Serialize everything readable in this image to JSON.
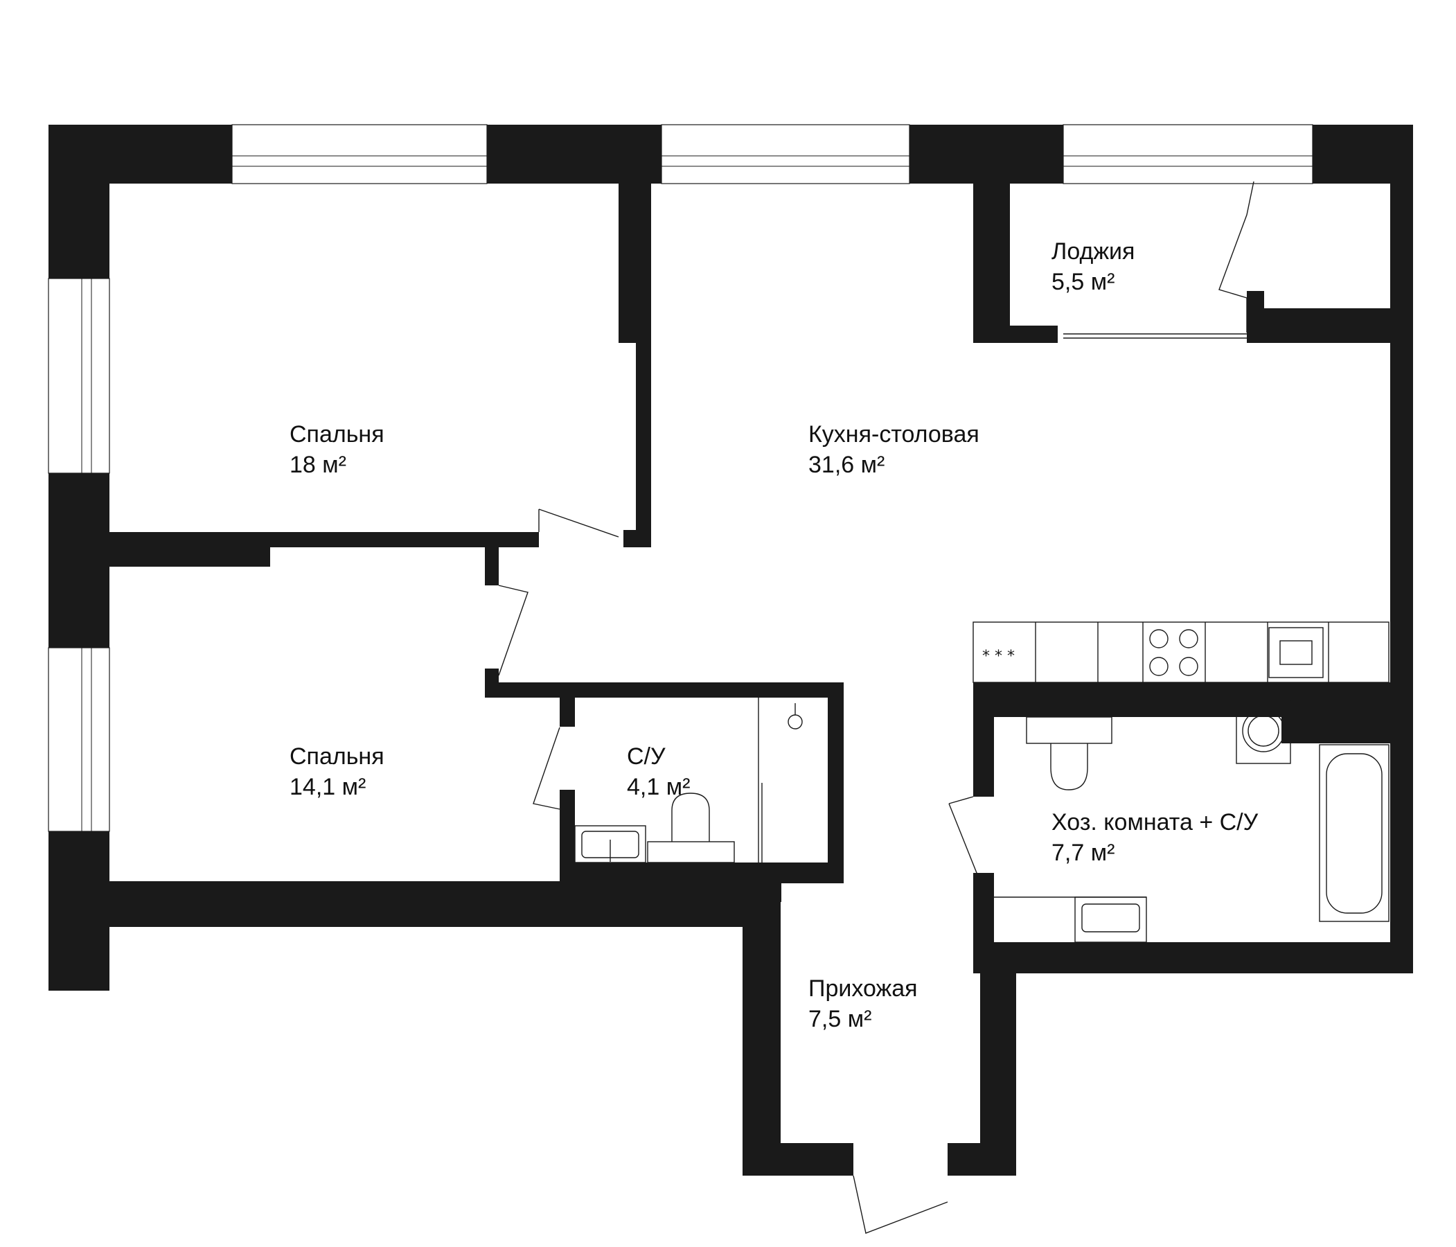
{
  "rooms": [
    {
      "key": "bedroom1",
      "name": "Спальня",
      "area": "18 м²"
    },
    {
      "key": "kitchen",
      "name": "Кухня-столовая",
      "area": "31,6 м²"
    },
    {
      "key": "loggia",
      "name": "Лоджия",
      "area": "5,5 м²"
    },
    {
      "key": "bedroom2",
      "name": "Спальня",
      "area": "14,1 м²"
    },
    {
      "key": "bath",
      "name": "С/У",
      "area": "4,1 м²"
    },
    {
      "key": "utility",
      "name": "Хоз. комната + С/У",
      "area": "7,7 м²"
    },
    {
      "key": "hall",
      "name": "Прихожая",
      "area": "7,5 м²"
    }
  ],
  "colors": {
    "wall": "#1a1a1a",
    "background": "#ffffff"
  },
  "icons": [
    "window-icon",
    "door-icon",
    "cooktop-icon",
    "oven-icon",
    "sink-icon",
    "toilet-icon",
    "washing-machine-icon",
    "bathtub-icon",
    "shower-icon"
  ]
}
